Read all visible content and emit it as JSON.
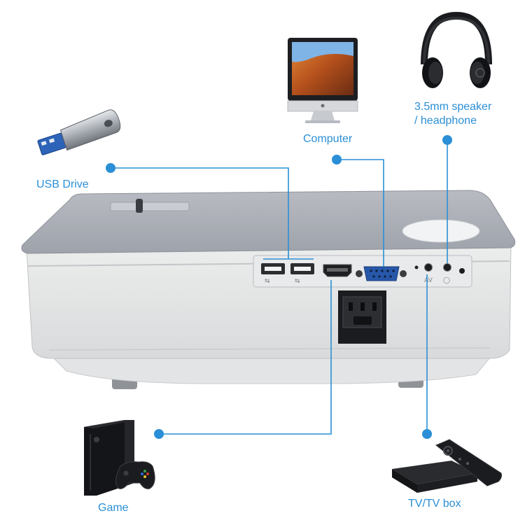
{
  "devices": {
    "usb_drive": "USB Drive",
    "computer": "Computer",
    "speaker_line1": "3.5mm speaker",
    "speaker_line2": "/ headphone",
    "game": "Game",
    "tv_box": "TV/TV box"
  },
  "colors": {
    "accent": "#2a8fd6",
    "projector_top": "#a9acb4",
    "projector_body": "#e6e7e8"
  },
  "icons": [
    "usb-drive-icon",
    "computer-icon",
    "headphone-icon",
    "game-console-icon",
    "tv-box-icon",
    "projector-icon"
  ]
}
